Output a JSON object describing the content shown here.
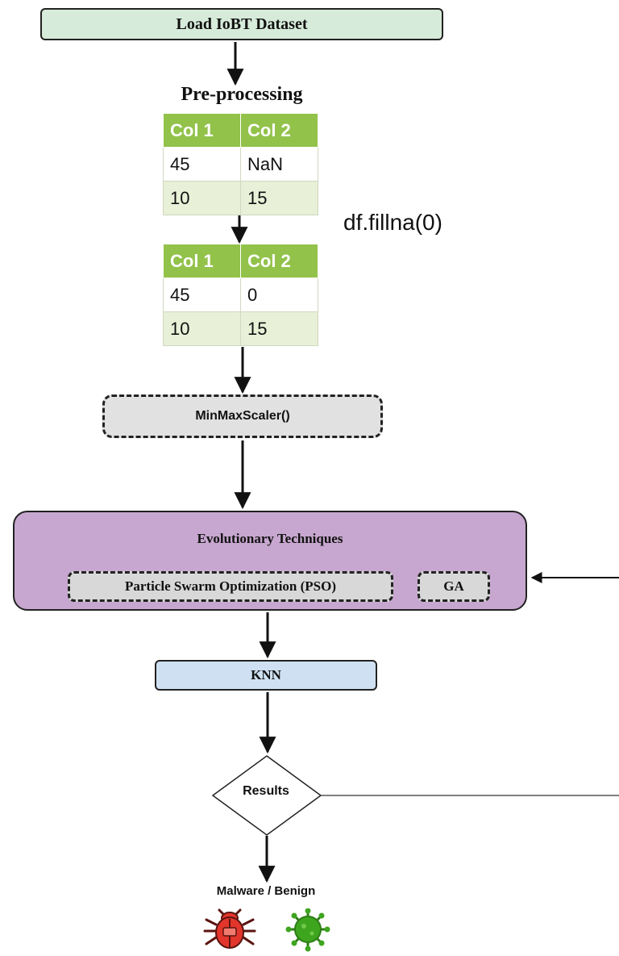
{
  "nodes": {
    "load": "Load IoBT Dataset",
    "preprocessing": "Pre-processing",
    "fillna": "df.fillna(0)",
    "scaler": "MinMaxScaler()",
    "evolutionary": "Evolutionary Techniques",
    "pso": "Particle Swarm Optimization (PSO)",
    "ga": "GA",
    "knn": "KNN",
    "results": "Results",
    "outcome": "Malware / Benign"
  },
  "table_before": {
    "headers": [
      "Col 1",
      "Col 2"
    ],
    "rows": [
      [
        "45",
        "NaN"
      ],
      [
        "10",
        "15"
      ]
    ]
  },
  "table_after": {
    "headers": [
      "Col 1",
      "Col 2"
    ],
    "rows": [
      [
        "45",
        "0"
      ],
      [
        "10",
        "15"
      ]
    ]
  },
  "icons": {
    "malware": "bug-icon",
    "benign": "virus-icon"
  },
  "colors": {
    "load_fill": "#d6ebd9",
    "table_header": "#92c24a",
    "table_alt_row": "#e8f0d8",
    "scaler_fill": "#e1e1e1",
    "evolutionary_fill": "#c7a7cf",
    "knn_fill": "#cfe0f2",
    "malware_icon": "#e2352b",
    "benign_icon": "#3ea51f"
  }
}
